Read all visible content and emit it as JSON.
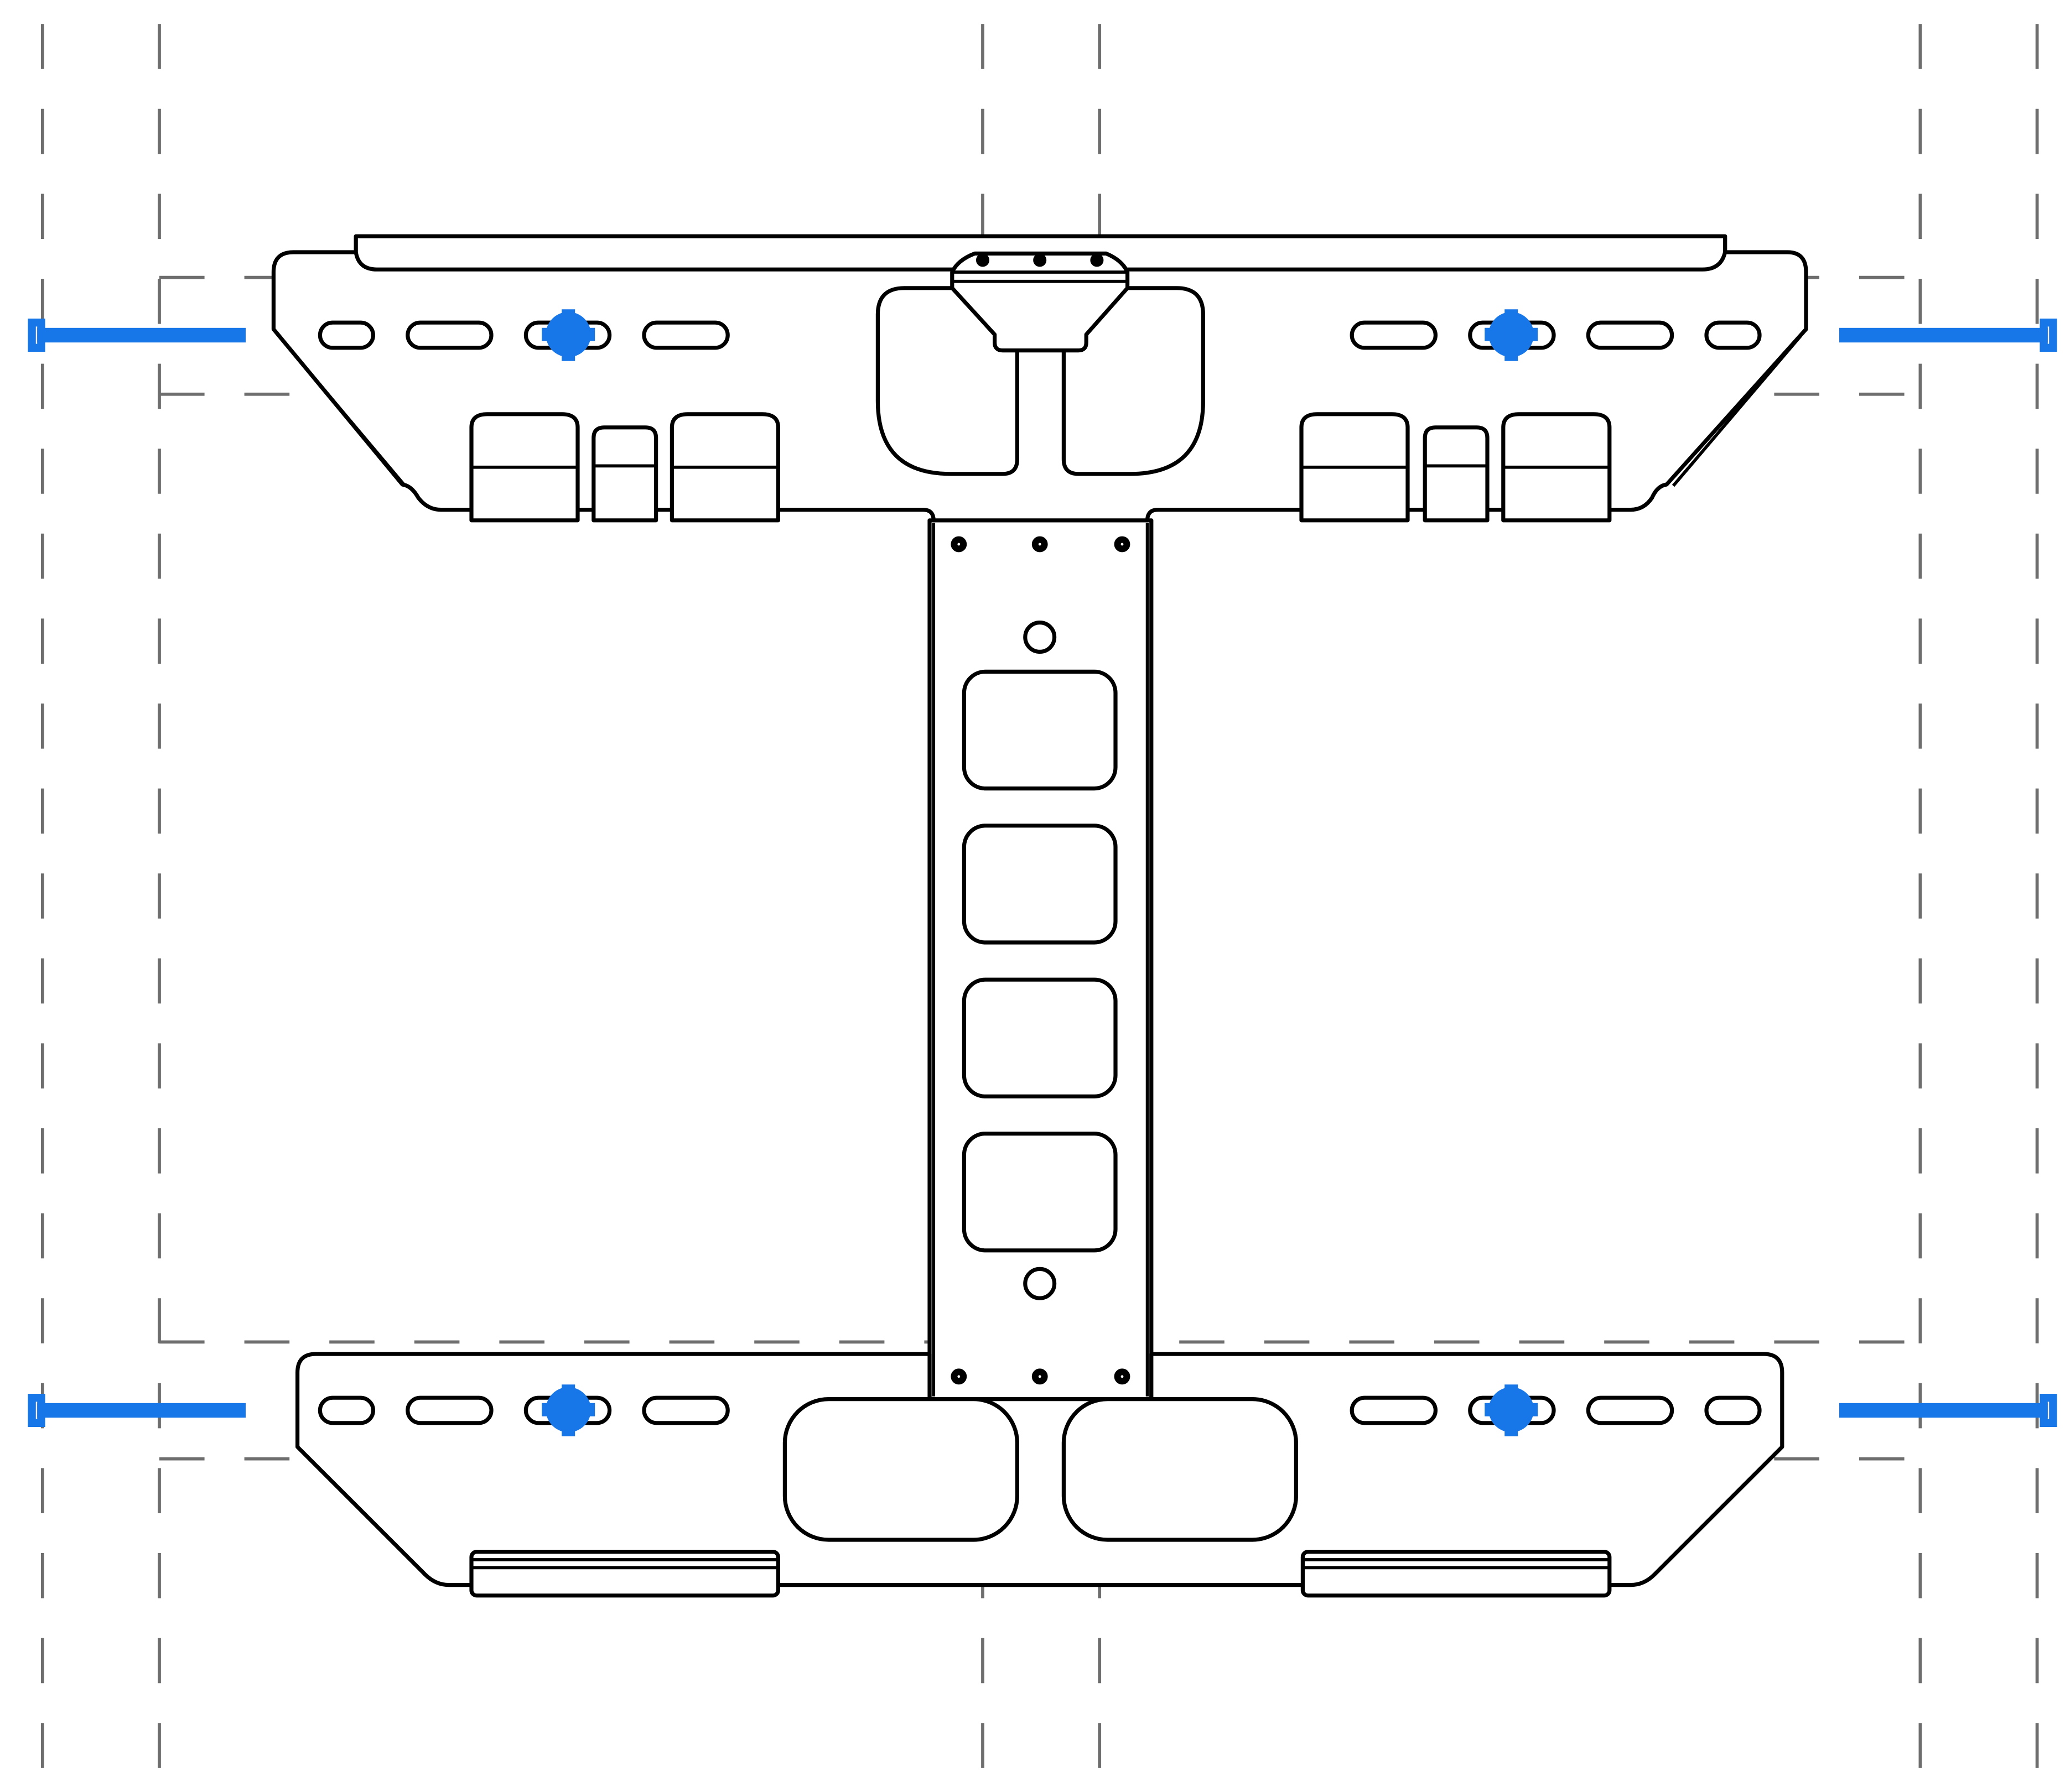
{
  "diagram": {
    "description_text": "",
    "colors": {
      "outline": "#000000",
      "guide_line": "#6e6e6e",
      "screw_highlight": "#1877e8",
      "background": "#ffffff"
    },
    "parts": {
      "top_bracket": "top-mounting-plate",
      "bottom_bracket": "bottom-mounting-plate",
      "center_spine": "vertical-spine",
      "wall_screws": 4,
      "mounting_marks": 4,
      "spine_cutouts": 4
    }
  }
}
